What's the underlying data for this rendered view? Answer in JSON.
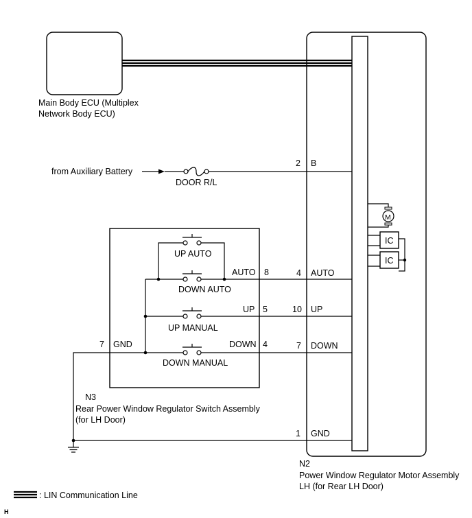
{
  "ecu": {
    "name_line1": "Main Body ECU (Multiplex",
    "name_line2": "Network Body ECU)"
  },
  "battery": {
    "source_label": "from Auxiliary Battery",
    "fuse_label": "DOOR R/L"
  },
  "switch_assembly": {
    "code": "N3",
    "name_line1": "Rear Power Window Regulator Switch Assembly",
    "name_line2": "(for LH Door)",
    "switch_labels": [
      "UP AUTO",
      "DOWN AUTO",
      "UP MANUAL",
      "DOWN MANUAL"
    ],
    "pins": [
      {
        "num": "8",
        "name": "AUTO"
      },
      {
        "num": "5",
        "name": "UP"
      },
      {
        "num": "4",
        "name": "DOWN"
      },
      {
        "num": "7",
        "name": "GND"
      }
    ]
  },
  "motor_assembly": {
    "code": "N2",
    "name_line1": "Power Window Regulator Motor Assembly",
    "name_line2": "LH (for Rear LH Door)",
    "motor_symbol": "M",
    "ic_labels": [
      "IC",
      "IC"
    ],
    "pins": [
      {
        "num": "2",
        "name": "B"
      },
      {
        "num": "4",
        "name": "AUTO"
      },
      {
        "num": "10",
        "name": "UP"
      },
      {
        "num": "7",
        "name": "DOWN"
      },
      {
        "num": "1",
        "name": "GND"
      }
    ]
  },
  "legend": {
    "lin_label": ": LIN Communication Line"
  },
  "corner_mark": "H"
}
